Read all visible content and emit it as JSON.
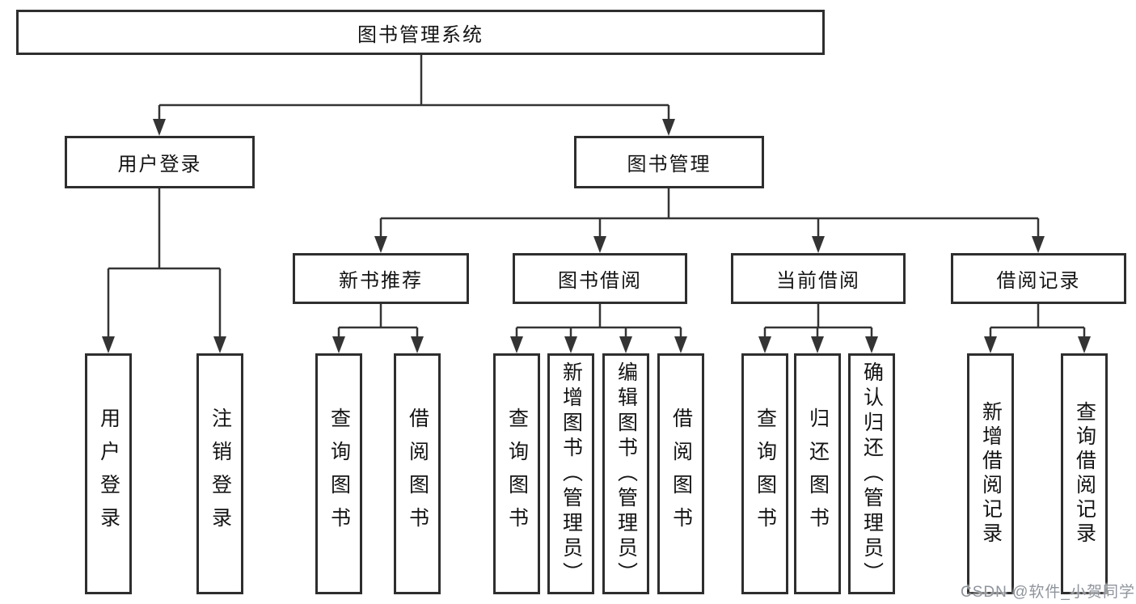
{
  "tree": {
    "root": "图书管理系统",
    "branches": [
      "用户登录",
      "图书管理"
    ],
    "modules": [
      "新书推荐",
      "图书借阅",
      "当前借阅",
      "借阅记录"
    ],
    "leaves": {
      "login": [
        "用户登录",
        "注销登录"
      ],
      "recommend": [
        "查询图书",
        "借阅图书"
      ],
      "borrow": [
        "查询图书",
        "新增图书（管理员）",
        "编辑图书（管理员）",
        "借阅图书"
      ],
      "current": [
        "查询图书",
        "归还图书",
        "确认归还（管理员）"
      ],
      "records": [
        "新增借阅记录",
        "查询借阅记录"
      ]
    }
  },
  "watermark": "CSDN @软件_小贺同学",
  "colors": {
    "line": "#343434",
    "border": "#2e2e2e",
    "text": "#141414",
    "watermark": "#8f949c",
    "background": "#ffffff"
  }
}
